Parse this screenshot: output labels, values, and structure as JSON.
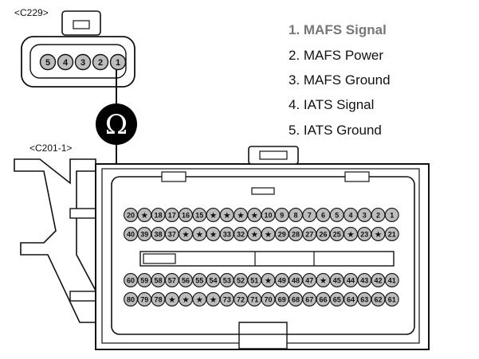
{
  "connector_top": {
    "label": "<C229>",
    "pins": [
      "5",
      "4",
      "3",
      "2",
      "1"
    ]
  },
  "connector_main": {
    "label": "<C201-1>",
    "rows": [
      [
        "20",
        "★",
        "18",
        "17",
        "16",
        "15",
        "★",
        "★",
        "★",
        "★",
        "10",
        "9",
        "8",
        "7",
        "6",
        "5",
        "4",
        "3",
        "2",
        "1"
      ],
      [
        "40",
        "39",
        "38",
        "37",
        "★",
        "★",
        "★",
        "33",
        "32",
        "★",
        "★",
        "29",
        "28",
        "27",
        "26",
        "25",
        "★",
        "23",
        "★",
        "21"
      ],
      [
        "60",
        "59",
        "58",
        "57",
        "56",
        "55",
        "54",
        "53",
        "52",
        "51",
        "★",
        "49",
        "48",
        "47",
        "★",
        "45",
        "44",
        "43",
        "42",
        "41"
      ],
      [
        "80",
        "79",
        "78",
        "★",
        "★",
        "★",
        "★",
        "73",
        "72",
        "71",
        "70",
        "69",
        "68",
        "67",
        "66",
        "65",
        "64",
        "63",
        "62",
        "61"
      ]
    ]
  },
  "meter": {
    "symbol": "Ω"
  },
  "legend": [
    {
      "text": "1. MAFS Signal",
      "highlight": true
    },
    {
      "text": "2. MAFS Power",
      "highlight": false
    },
    {
      "text": "3. MAFS Ground",
      "highlight": false
    },
    {
      "text": "4. IATS Signal",
      "highlight": false
    },
    {
      "text": "5. IATS Ground",
      "highlight": false
    }
  ]
}
